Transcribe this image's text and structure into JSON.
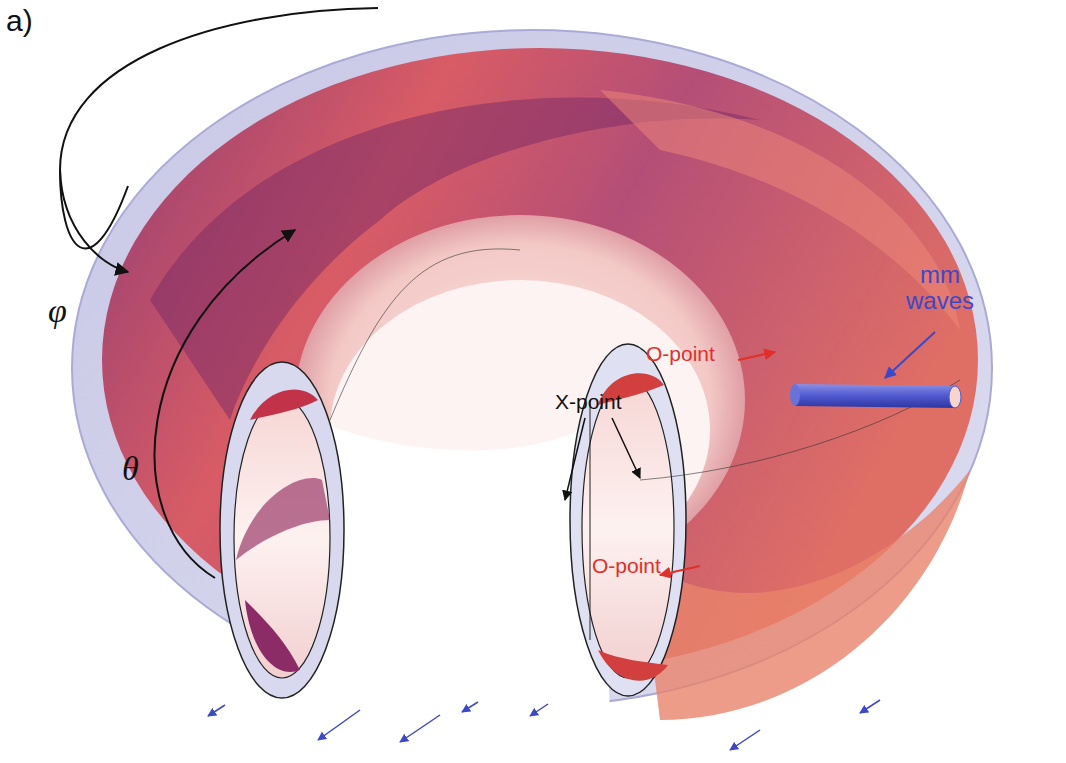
{
  "diagram": {
    "labels": [
      "a)",
      "φ",
      "θ",
      "mm waves",
      "O-point",
      "X-point",
      "O-point"
    ]
  }
}
